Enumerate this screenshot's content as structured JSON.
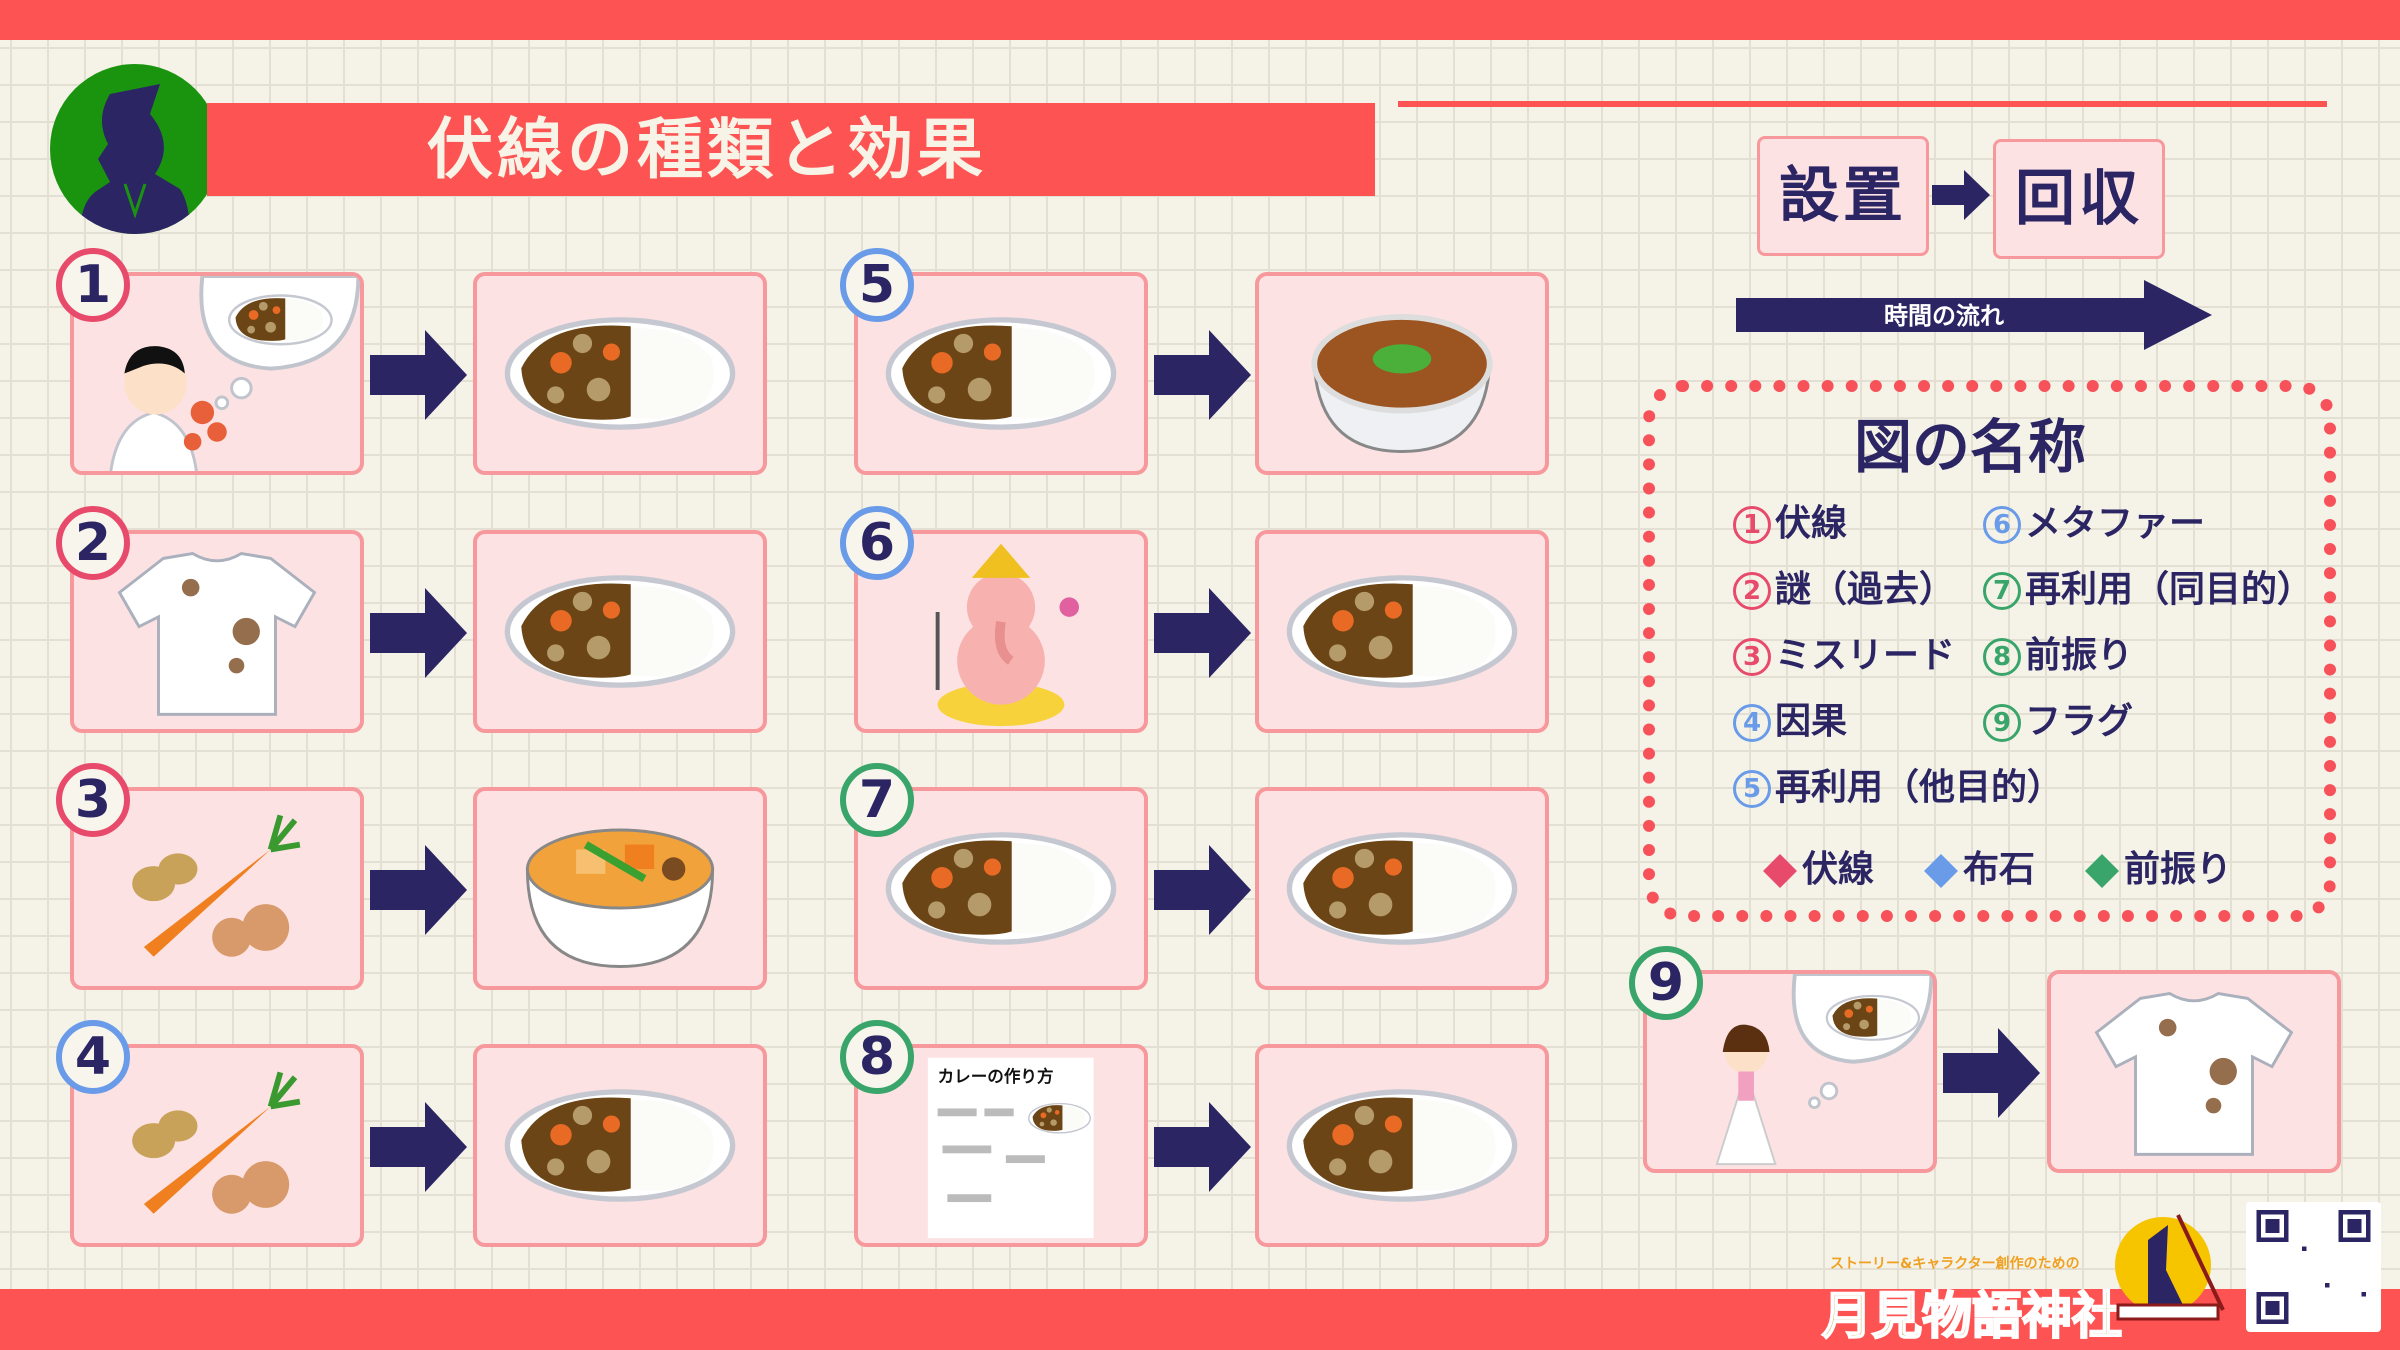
{
  "title": "伏線の種類と効果",
  "flow": {
    "setup": "設置",
    "payoff": "回収",
    "time_label": "時間の流れ"
  },
  "legend": {
    "title": "図の名称",
    "items": [
      {
        "num": "1",
        "label": "伏線",
        "color": "#e84a6b"
      },
      {
        "num": "2",
        "label": "謎（過去）",
        "color": "#e84a6b"
      },
      {
        "num": "3",
        "label": "ミスリード",
        "color": "#e84a6b"
      },
      {
        "num": "4",
        "label": "因果",
        "color": "#6a9be8"
      },
      {
        "num": "5",
        "label": "再利用（他目的）",
        "color": "#6a9be8"
      },
      {
        "num": "6",
        "label": "メタファー",
        "color": "#6a9be8"
      },
      {
        "num": "7",
        "label": "再利用（同目的）",
        "color": "#3aa56a"
      },
      {
        "num": "8",
        "label": "前振り",
        "color": "#3aa56a"
      },
      {
        "num": "9",
        "label": "フラグ",
        "color": "#3aa56a"
      }
    ],
    "key": [
      {
        "label": "伏線",
        "color": "#e84a6b"
      },
      {
        "label": "布石",
        "color": "#6a9be8"
      },
      {
        "label": "前振り",
        "color": "#3aa56a"
      }
    ]
  },
  "rows": [
    {
      "num": "1",
      "color": "#e84a6b",
      "before": "thinking-man-curry",
      "after": "curry-rice"
    },
    {
      "num": "2",
      "color": "#e84a6b",
      "before": "stained-tshirt",
      "after": "curry-rice"
    },
    {
      "num": "3",
      "color": "#e84a6b",
      "before": "vegetables",
      "after": "nikujaga-bowl"
    },
    {
      "num": "4",
      "color": "#6a9be8",
      "before": "vegetables",
      "after": "curry-rice"
    },
    {
      "num": "5",
      "color": "#6a9be8",
      "before": "curry-rice",
      "after": "curry-udon"
    },
    {
      "num": "6",
      "color": "#6a9be8",
      "before": "ganesha",
      "after": "curry-rice"
    },
    {
      "num": "7",
      "color": "#3aa56a",
      "before": "curry-rice",
      "after": "curry-rice"
    },
    {
      "num": "8",
      "color": "#3aa56a",
      "before": "curry-recipe",
      "after": "curry-rice"
    },
    {
      "num": "9",
      "color": "#3aa56a",
      "before": "bride-thinking-curry",
      "after": "stained-tshirt"
    }
  ],
  "recipe_title": "カレーの作り方",
  "logo": {
    "subtitle": "ストーリー&キャラクター創作のための",
    "name": "月見物語神社"
  },
  "colors": {
    "accent": "#fd5352",
    "navy": "#2c2564",
    "panel": "#fde2e4",
    "panel_border": "#f7989c",
    "avatar_bg": "#1a940f"
  }
}
